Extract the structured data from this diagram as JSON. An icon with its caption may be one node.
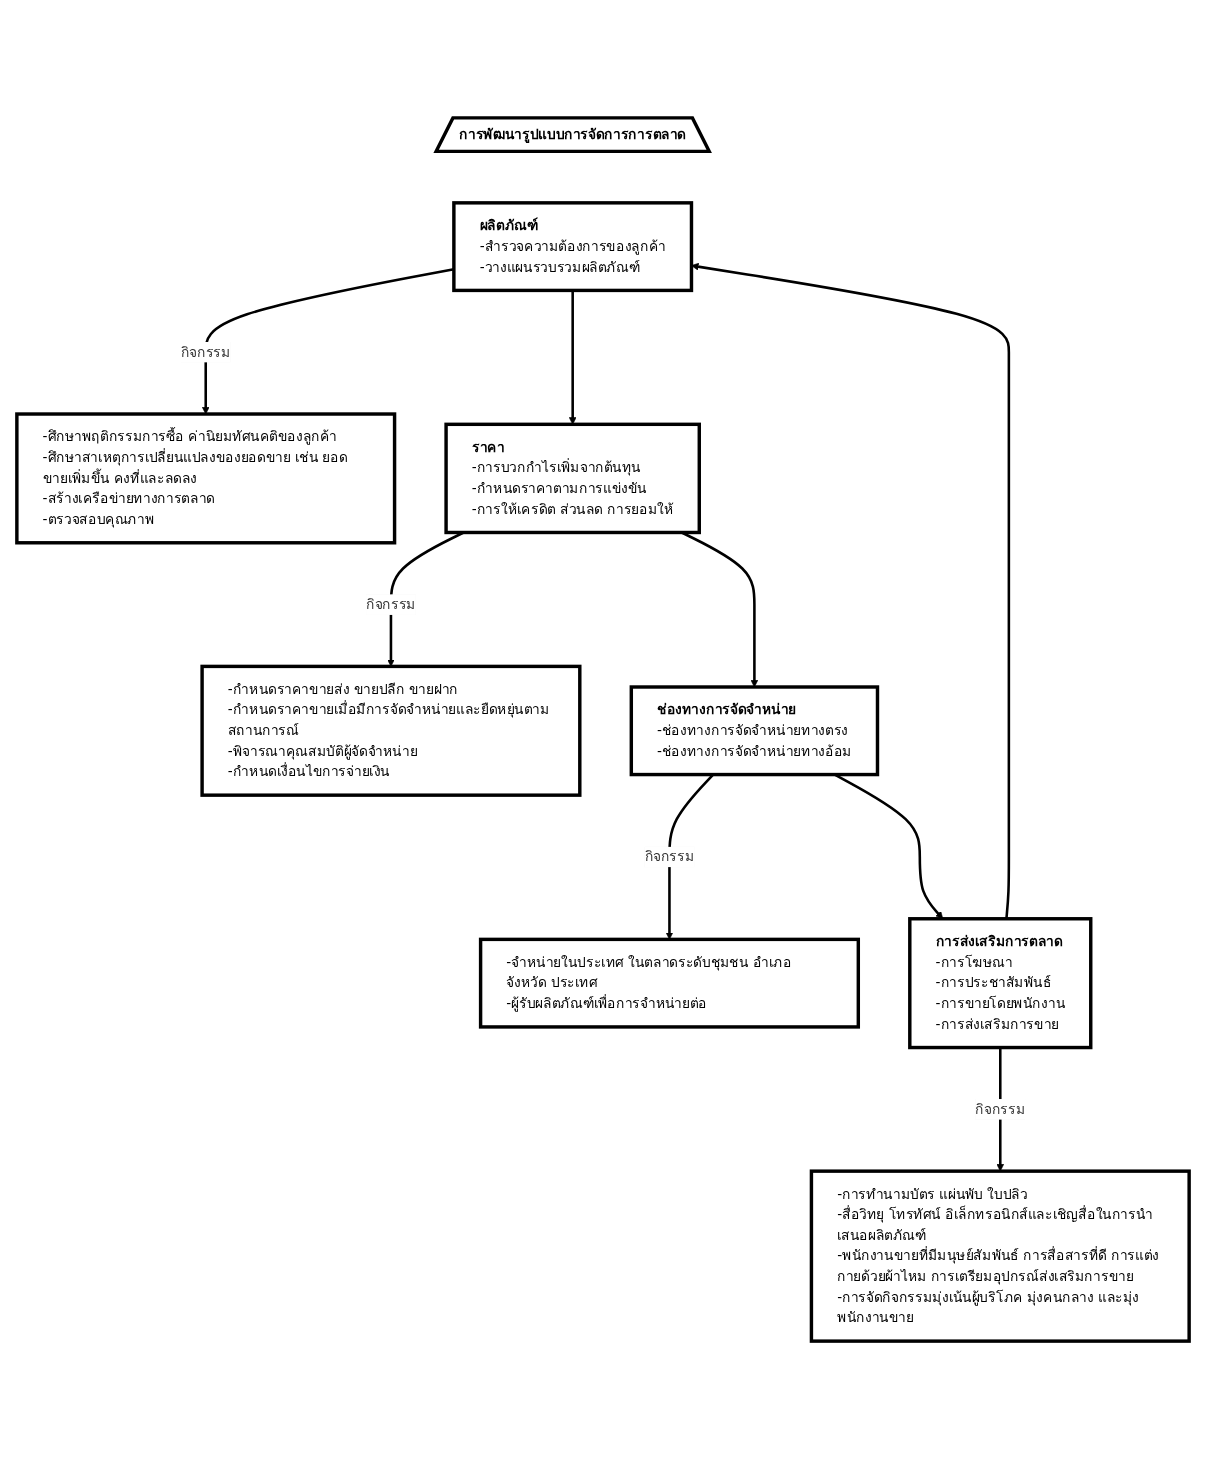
{
  "diagram": {
    "nodes": [
      {
        "text": [
          "การพัฒนารูปแบบการจัดการการตลาด"
        ]
      },
      {
        "text": [
          "ผลิตภัณฑ์",
          "-สำรวจความต้องการของลูกค้า",
          "-วางแผนรวบรวมผลิตภัณฑ์"
        ]
      },
      {
        "text": [
          "-ศึกษาพฤติกรรมการซื้อ ค่านิยมทัศนคติของลูกค้า",
          "-ศึกษาสาเหตุการเปลี่ยนแปลงของยอดขาย เช่น ยอดขายเพิ่มขึ้น คงที่และลดลง",
          "-สร้างเครือข่ายทางการตลาด",
          "-ตรวจสอบคุณภาพ"
        ]
      },
      {
        "text": [
          "ราคา",
          "-การบวกกำไรเพิ่มจากต้นทุน",
          "-กำหนดราคาตามการแข่งขัน",
          "-การให้เครดิต ส่วนลด การยอมให้"
        ]
      },
      {
        "text": [
          "-กำหนดราคาขายส่ง ขายปลีก ขายฝาก",
          "-กำหนดราคาขายเมื่อมีการจัดจำหน่ายและยืดหยุ่นตามสถานการณ์",
          "-พิจารณาคุณสมบัติผู้จัดจำหน่าย",
          "-กำหนดเงื่อนไขการจ่ายเงิน"
        ]
      },
      {
        "text": [
          "ช่องทางการจัดจำหน่าย",
          "-ช่องทางการจัดจำหน่ายทางตรง",
          "-ช่องทางการจัดจำหน่ายทางอ้อม"
        ]
      },
      {
        "text": [
          "-จำหน่ายในประเทศ ในตลาดระดับชุมชน อำเภอ จังหวัด ประเทศ",
          "-ผู้รับผลิตภัณฑ์เพื่อการจำหน่ายต่อ"
        ]
      },
      {
        "text": [
          "การส่งเสริมการตลาด",
          "-การโฆษณา",
          "-การประชาสัมพันธ์",
          "-การขายโดยพนักงาน",
          "-การส่งเสริมการขาย"
        ]
      },
      {
        "text": [
          "-การทำนามบัตร แผ่นพับ ใบปลิว",
          "-สื่อวิทยุ โทรทัศน์ อิเล็กทรอนิกส์และเชิญสื่อในการนำเสนอผลิตภัณฑ์",
          "-พนักงานขายที่มีมนุษย์สัมพันธ์ การสื่อสารที่ดี การแต่งกายด้วยผ้าไหม การเตรียมอุปกรณ์ส่งเสริมการขาย",
          "-การจัดกิจกรรมมุ่งเน้นผู้บริโภค มุ่งคนกลาง และมุ่งพนักงานขาย"
        ]
      }
    ],
    "edges": [
      {
        "from": 1,
        "to": 2,
        "arrow": "to",
        "label": "กิจกรรม"
      },
      {
        "from": 1,
        "to": 3,
        "arrow": "to"
      },
      {
        "from": 3,
        "to": 4,
        "arrow": "to",
        "label": "กิจกรรม"
      },
      {
        "from": 3,
        "to": 5,
        "arrow": "to"
      },
      {
        "from": 5,
        "to": 6,
        "arrow": "to",
        "label": "กิจกรรม"
      },
      {
        "from": 5,
        "to": 7,
        "arrow": "to"
      },
      {
        "from": 7,
        "to": 8,
        "arrow": "to",
        "label": "กิจกรรม"
      },
      {
        "from": 7,
        "to": 1,
        "arrow": "to"
      }
    ]
  }
}
